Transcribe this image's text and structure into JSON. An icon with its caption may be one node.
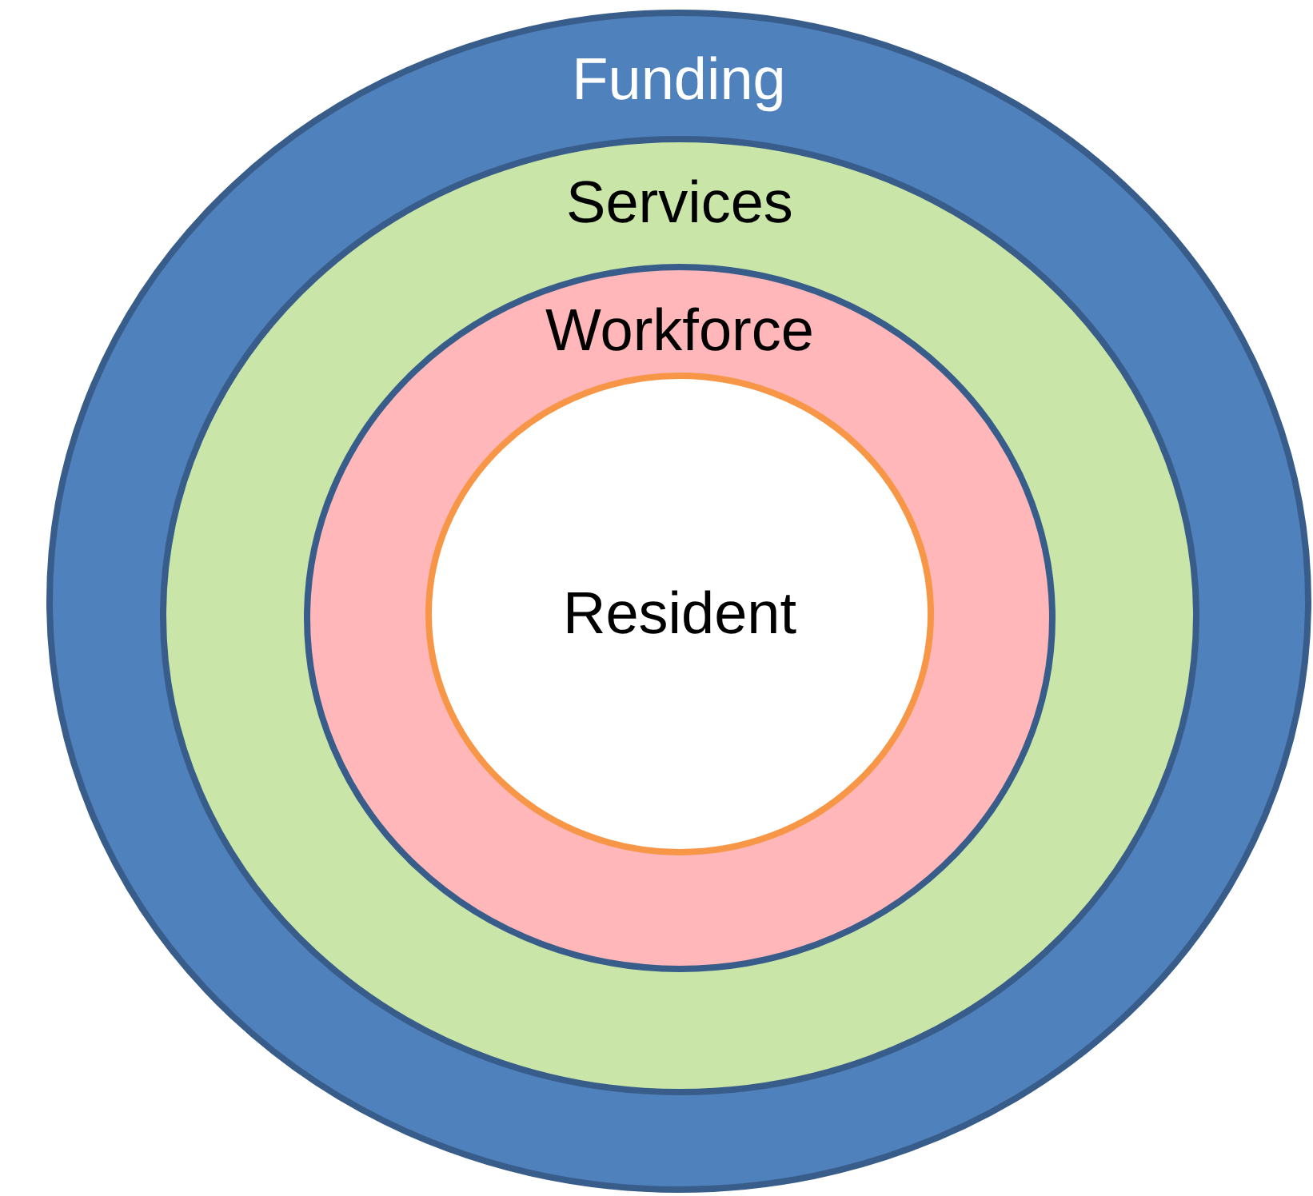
{
  "diagram": {
    "nodes": [
      {
        "text": [
          "Funding"
        ]
      },
      {
        "text": [
          "Services"
        ],
        "in": 0
      },
      {
        "text": [
          "Workforce"
        ],
        "in": 1
      },
      {
        "text": [
          "Resident"
        ],
        "in": 2
      }
    ]
  }
}
